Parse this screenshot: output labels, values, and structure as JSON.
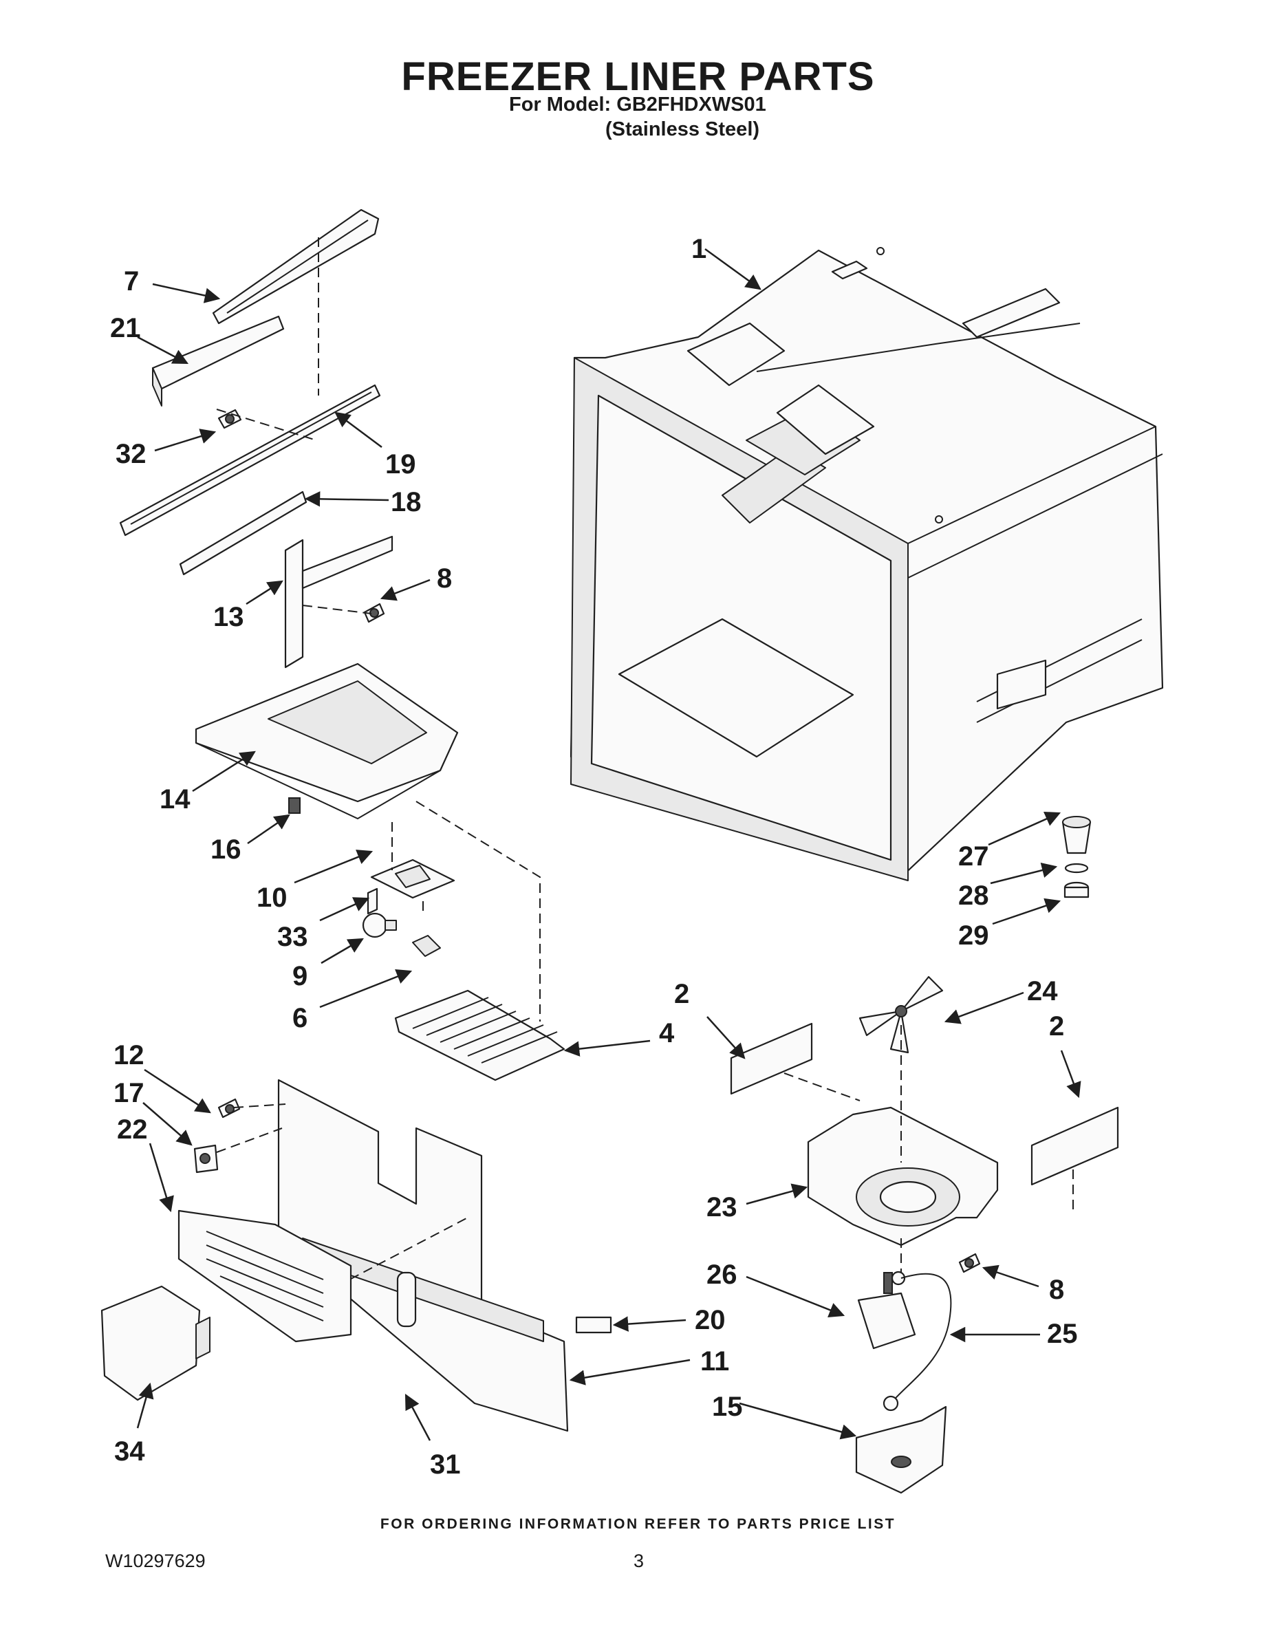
{
  "header": {
    "title": "FREEZER LINER PARTS",
    "model_line": "For Model: GB2FHDXWS01",
    "finish_line": "(Stainless Steel)"
  },
  "footer": {
    "ordering_note": "FOR ORDERING INFORMATION REFER TO PARTS PRICE LIST",
    "document_number": "W10297629",
    "page_number": "3"
  },
  "callouts": {
    "c1": "1",
    "c7": "7",
    "c21": "21",
    "c32": "32",
    "c19": "19",
    "c18": "18",
    "c13": "13",
    "c8a": "8",
    "c14": "14",
    "c16": "16",
    "c10": "10",
    "c33": "33",
    "c9": "9",
    "c6": "6",
    "c27": "27",
    "c28": "28",
    "c29": "29",
    "c2a": "2",
    "c24": "24",
    "c2b": "2",
    "c4": "4",
    "c12": "12",
    "c17": "17",
    "c22": "22",
    "c23": "23",
    "c26": "26",
    "c8b": "8",
    "c20": "20",
    "c25": "25",
    "c11": "11",
    "c15": "15",
    "c34": "34",
    "c31": "31"
  }
}
